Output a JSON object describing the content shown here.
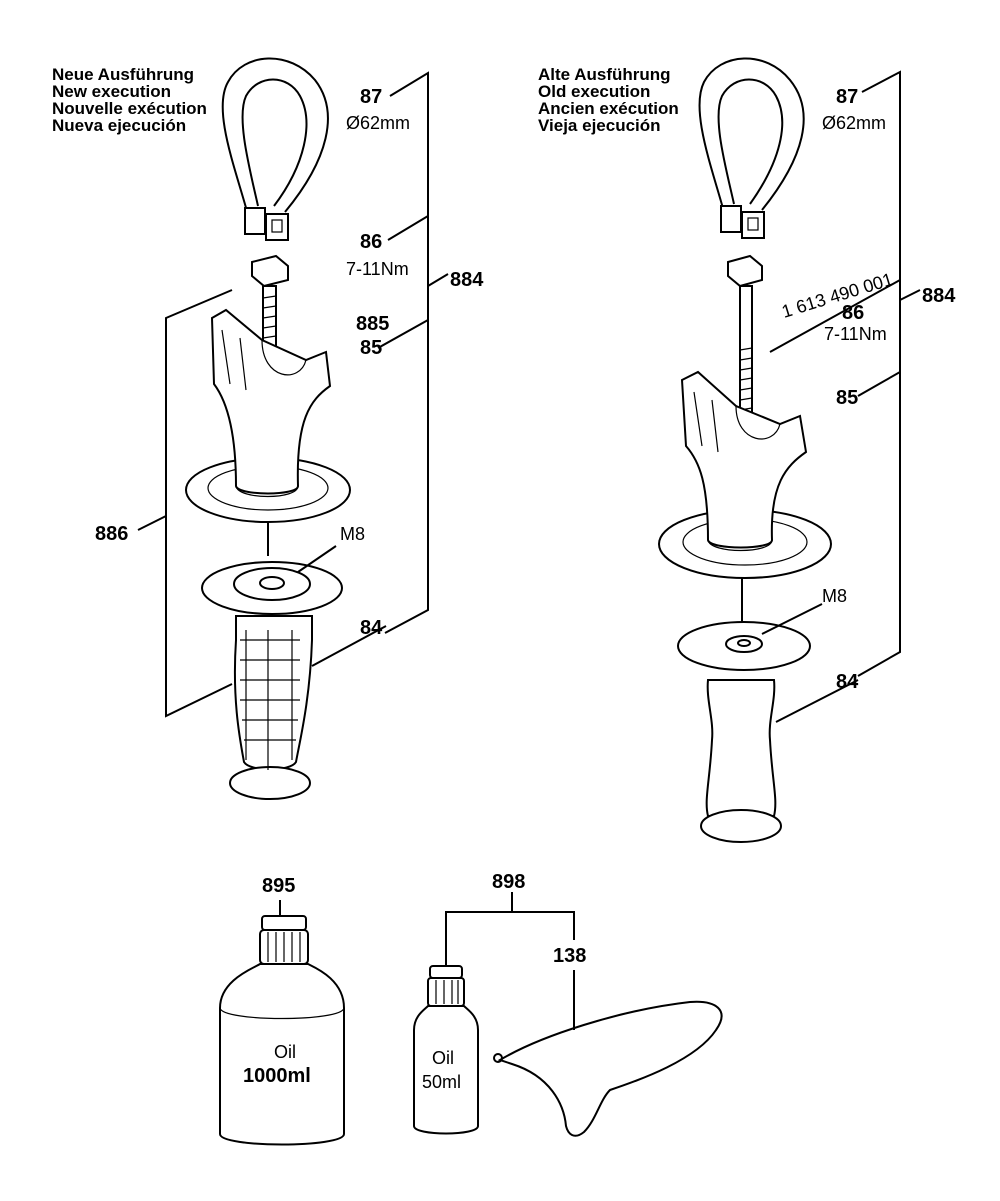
{
  "left_group": {
    "header": [
      "Neue Ausführung",
      "New execution",
      "Nouvelle exécution",
      "Nueva ejecución"
    ],
    "labels": {
      "p87": "87",
      "d87": "Ø62mm",
      "p86": "86",
      "t86": "7-11Nm",
      "p884": "884",
      "p885": "885",
      "p85": "85",
      "p886": "886",
      "m8": "M8",
      "p84": "84"
    }
  },
  "right_group": {
    "header": [
      "Alte Ausführung",
      "Old execution",
      "Ancien exécution",
      "Vieja ejecución"
    ],
    "labels": {
      "p87": "87",
      "d87": "Ø62mm",
      "code": "1 613 490 001",
      "p86": "86",
      "t86": "7-11Nm",
      "p884": "884",
      "p85": "85",
      "m8": "M8",
      "p84": "84"
    }
  },
  "bottom": {
    "p895": "895",
    "oil_big": "Oil",
    "oil_big_vol": "1000ml",
    "p898": "898",
    "p138": "138",
    "oil_small": "Oil",
    "oil_small_vol": "50ml"
  }
}
